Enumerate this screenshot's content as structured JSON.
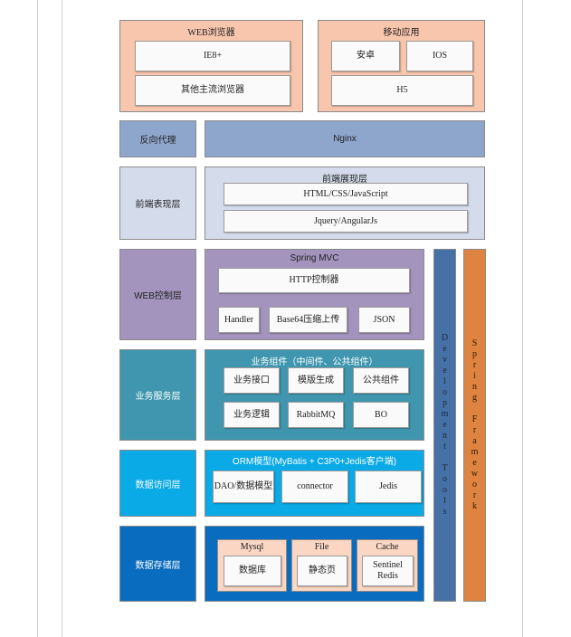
{
  "browser": {
    "title": "WEB浏览器",
    "ie": "IE8+",
    "others": "其他主流浏览器"
  },
  "mobile": {
    "title": "移动应用",
    "android": "安卓",
    "ios": "IOS",
    "h5": "H5"
  },
  "proxy": {
    "label": "反向代理",
    "nginx": "Nginx"
  },
  "frontend": {
    "label": "前端表现层",
    "title": "前端展现层",
    "html": "HTML/CSS/JavaScript",
    "js": "Jquery/AngularJs"
  },
  "web": {
    "label": "WEB控制层",
    "title": "Spring MVC",
    "http": "HTTP控制器",
    "handler": "Handler",
    "base64": "Base64压缩上传",
    "json": "JSON"
  },
  "service": {
    "label": "业务服务层",
    "title": "业务组件（中间件、公共组件）",
    "api": "业务接口",
    "template": "模版生成",
    "common": "公共组件",
    "logic": "业务逻辑",
    "mq": "RabbitMQ",
    "bo": "BO"
  },
  "access": {
    "label": "数据访问层",
    "title": "ORM模型(MyBatis + C3P0+Jedis客户端)",
    "dao": "DAO/数据模型",
    "connector": "connector",
    "jedis": "Jedis"
  },
  "storage": {
    "label": "数据存储层",
    "mysql": "Mysql",
    "db": "数据库",
    "file": "File",
    "static": "静态页",
    "cache": "Cache",
    "sentinel": "Sentinel",
    "redis": "Redis"
  },
  "devtools": "Development Tools",
  "spring": "Spring Framework",
  "colors": {
    "peach": "#f8c5ad",
    "navy": "#8ea6cc",
    "paleblue": "#d4dcec",
    "purple": "#a294bd",
    "teal": "#3f96ae",
    "cyan": "#0aaae6",
    "blue": "#0a6cbf",
    "steel": "#4671a6",
    "orange": "#df8440"
  }
}
